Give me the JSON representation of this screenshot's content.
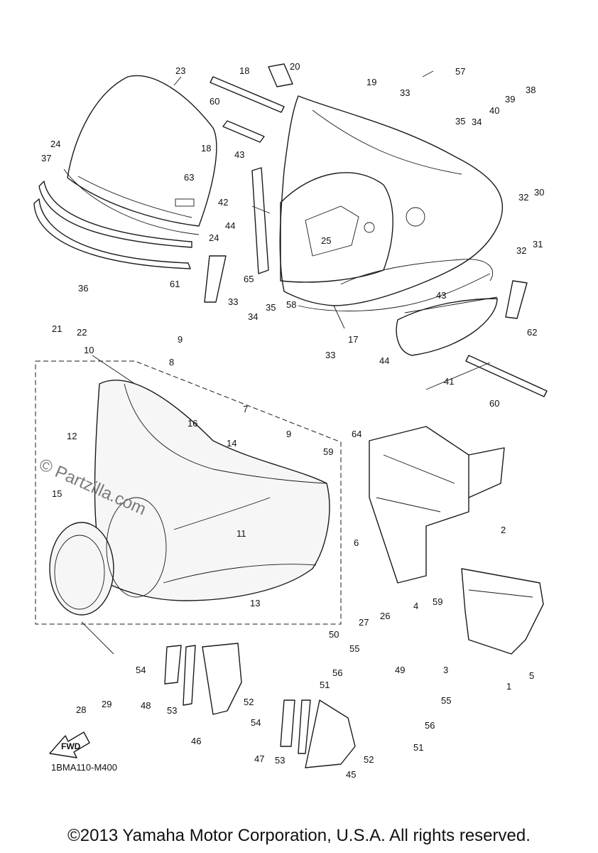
{
  "diagram": {
    "code": "1BMA110-M400",
    "copyright": "©2013 Yamaha Motor Corporation, U.S.A. All rights reserved.",
    "watermark": "© Partzilla.com",
    "fwd_label": "FWD",
    "callouts": [
      "1",
      "2",
      "3",
      "4",
      "5",
      "6",
      "7",
      "8",
      "9",
      "9",
      "10",
      "11",
      "12",
      "13",
      "14",
      "15",
      "16",
      "17",
      "18",
      "18",
      "19",
      "20",
      "21",
      "22",
      "23",
      "24",
      "24",
      "25",
      "26",
      "27",
      "28",
      "29",
      "30",
      "31",
      "32",
      "32",
      "33",
      "33",
      "33",
      "34",
      "34",
      "35",
      "35",
      "36",
      "37",
      "38",
      "39",
      "40",
      "41",
      "42",
      "43",
      "43",
      "44",
      "44",
      "45",
      "46",
      "47",
      "48",
      "49",
      "50",
      "51",
      "51",
      "52",
      "52",
      "53",
      "53",
      "54",
      "54",
      "55",
      "55",
      "56",
      "56",
      "57",
      "58",
      "59",
      "59",
      "60",
      "60",
      "61",
      "62",
      "63",
      "64",
      "65"
    ]
  }
}
